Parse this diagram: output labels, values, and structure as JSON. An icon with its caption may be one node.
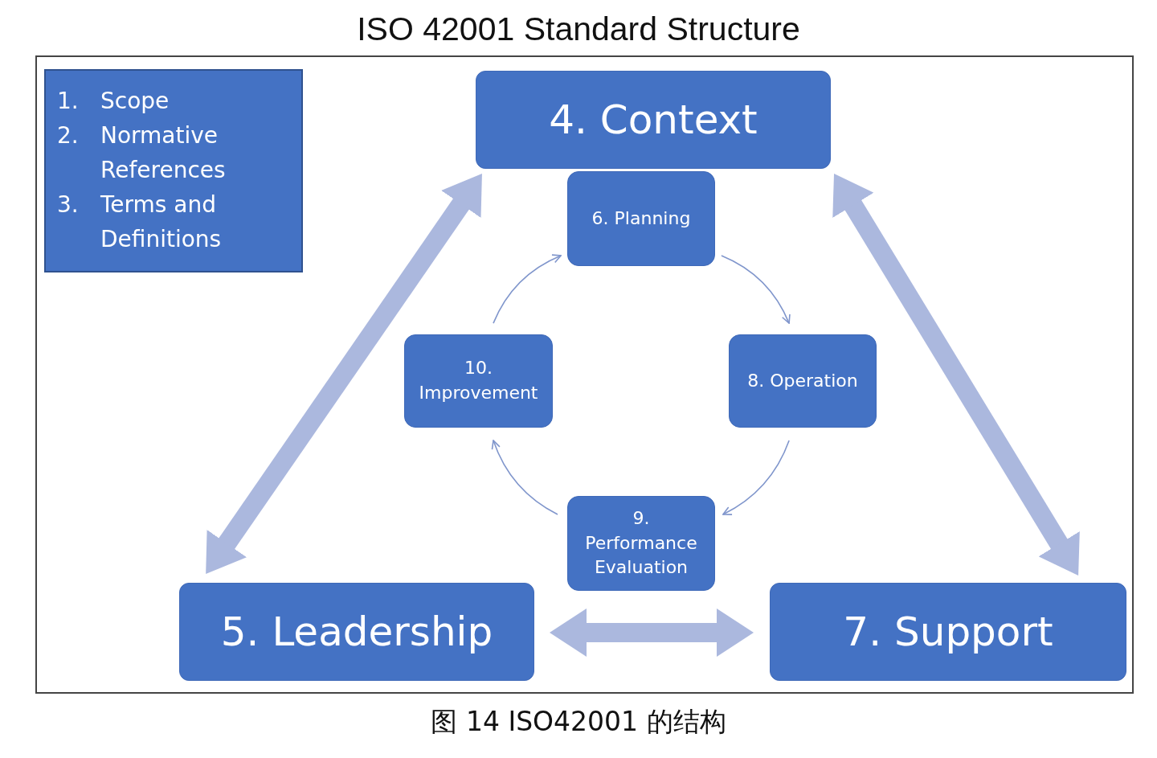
{
  "diagram": {
    "title": "ISO 42001 Standard Structure",
    "caption": "图 14 ISO42001 的结构",
    "nodes": [
      {
        "text": [
          "1. Scope",
          "2. Normative References",
          "3. Terms and Definitions"
        ]
      },
      {
        "text": [
          "4. Context"
        ]
      },
      {
        "text": [
          "6. Planning"
        ]
      },
      {
        "text": [
          "8. Operation"
        ]
      },
      {
        "text": [
          "9. Performance Evaluation"
        ]
      },
      {
        "text": [
          "10. Improvement"
        ]
      },
      {
        "text": [
          "5. Leadership"
        ]
      },
      {
        "text": [
          "7. Support"
        ]
      }
    ],
    "edges": [
      {
        "from": 1,
        "to": 6,
        "arrow": "both",
        "style": "thick",
        "color": "#abb8de"
      },
      {
        "from": 1,
        "to": 7,
        "arrow": "both",
        "style": "thick",
        "color": "#abb8de"
      },
      {
        "from": 6,
        "to": 7,
        "arrow": "both",
        "style": "thick",
        "color": "#abb8de"
      },
      {
        "from": 2,
        "to": 3,
        "arrow": "to"
      },
      {
        "from": 3,
        "to": 4,
        "arrow": "to"
      },
      {
        "from": 4,
        "to": 5,
        "arrow": "to"
      },
      {
        "from": 5,
        "to": 2,
        "arrow": "to"
      }
    ]
  }
}
